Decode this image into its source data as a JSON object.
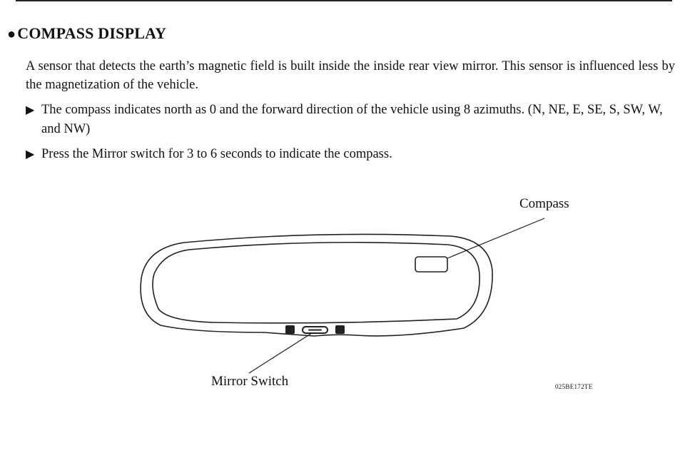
{
  "section": {
    "bullet_glyph": "●",
    "title": "COMPASS DISPLAY"
  },
  "intro": "A sensor that detects the earth’s magnetic field is built inside the inside rear view mirror. This sensor is influenced less by the magnetization of the vehicle.",
  "bullets": [
    {
      "glyph": "▶",
      "text": "The compass indicates north as 0   and the forward direction of the vehicle using 8 azimuths. (N, NE, E, SE, S, SW, W, and NW)"
    },
    {
      "glyph": "▶",
      "text": "Press the Mirror switch for 3 to 6 seconds to indicate the compass."
    }
  ],
  "figure": {
    "label_compass": "Compass",
    "label_mirror_switch": "Mirror Switch",
    "figure_code": "025BE172TE"
  }
}
